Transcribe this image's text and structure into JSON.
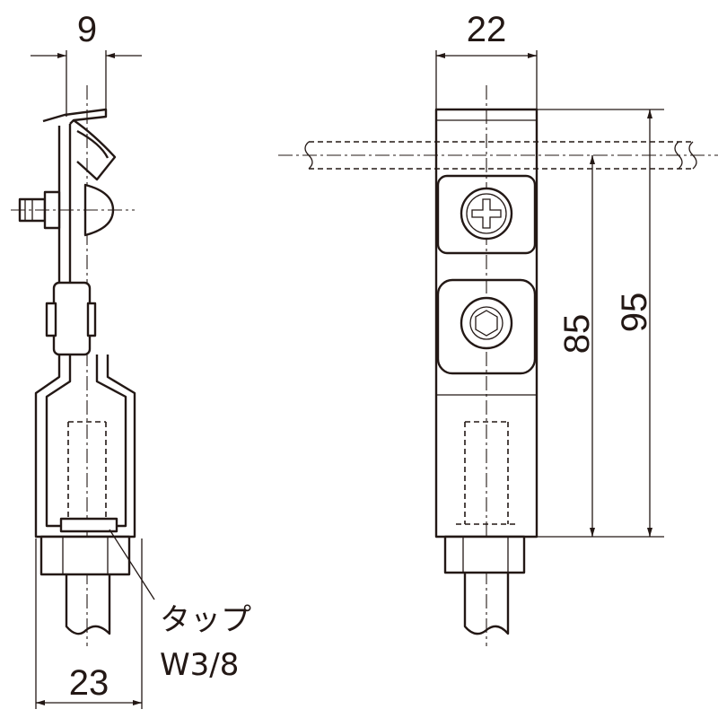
{
  "dimensions": {
    "side_top_width": "9",
    "side_bottom_width": "23",
    "front_width": "22",
    "front_height_inner": "85",
    "front_height_total": "95"
  },
  "callout": {
    "line1": "タップ",
    "line2": "W3/8"
  },
  "colors": {
    "ink": "#231815",
    "paper": "#ffffff"
  }
}
